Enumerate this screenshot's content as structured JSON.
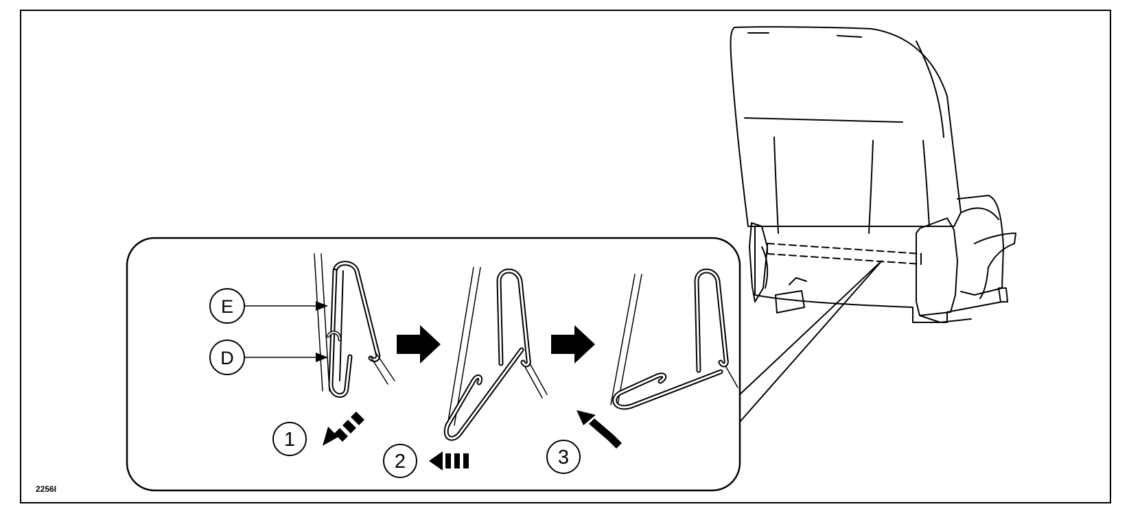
{
  "figure": {
    "reference_code": "2256I",
    "callouts": [
      {
        "id": "E",
        "label": "E"
      },
      {
        "id": "D",
        "label": "D"
      }
    ],
    "steps": [
      {
        "id": "1",
        "label": "1"
      },
      {
        "id": "2",
        "label": "2"
      },
      {
        "id": "3",
        "label": "3"
      }
    ],
    "colors": {
      "ink": "#000000",
      "background": "#ffffff"
    }
  }
}
